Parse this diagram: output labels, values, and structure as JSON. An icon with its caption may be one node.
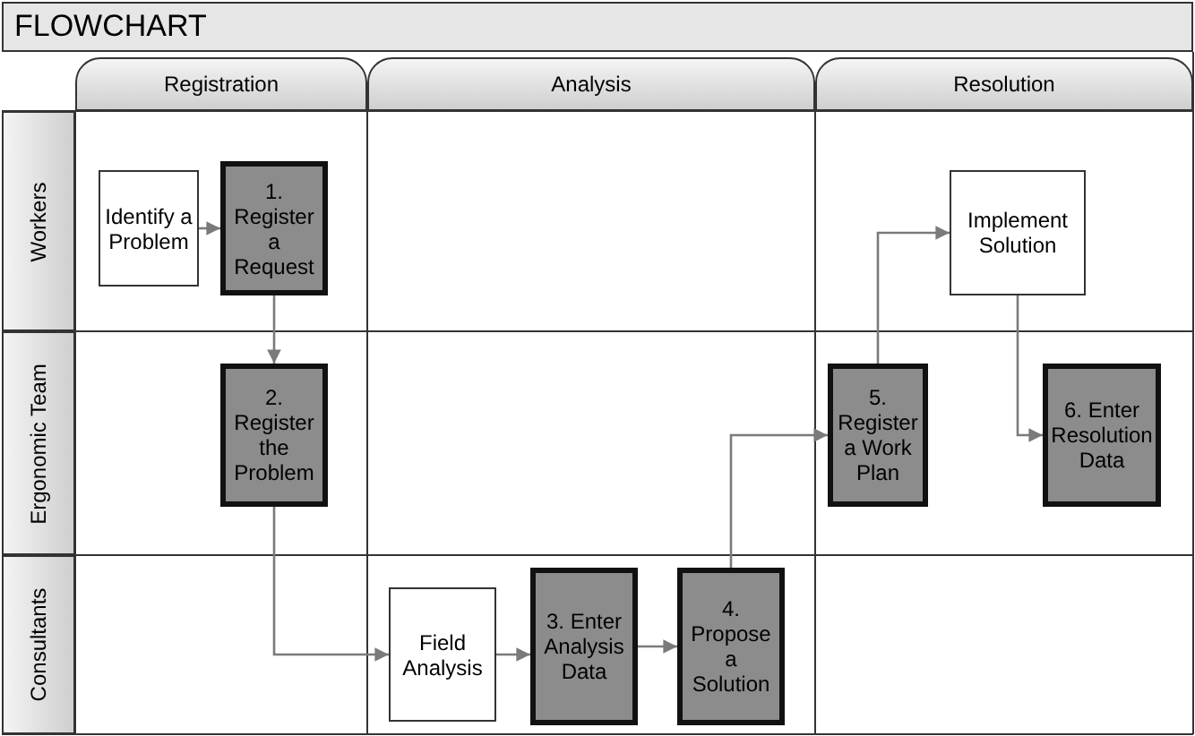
{
  "diagram": {
    "title": "FLOWCHART",
    "nodes": [
      {
        "text": [
          "Registration"
        ]
      },
      {
        "text": [
          "Analysis"
        ]
      },
      {
        "text": [
          "Resolution"
        ]
      },
      {
        "text": [
          "Workers"
        ]
      },
      {
        "text": [
          "Ergonomic Team"
        ]
      },
      {
        "text": [
          "Consultants"
        ]
      },
      {
        "text": [
          "Identify a Problem"
        ]
      },
      {
        "text": [
          "1. Register a Request"
        ]
      },
      {
        "text": [
          "2. Register the Problem"
        ]
      },
      {
        "text": [
          "Field Analysis"
        ]
      },
      {
        "text": [
          "3. Enter Analysis Data"
        ]
      },
      {
        "text": [
          "4. Propose a Solution"
        ]
      },
      {
        "text": [
          "5. Register a Work Plan"
        ]
      },
      {
        "text": [
          "Implement Solution"
        ]
      },
      {
        "text": [
          "6. Enter Resolution Data"
        ]
      }
    ],
    "edges": [
      {
        "from": 6,
        "to": 7,
        "arrow": "to"
      },
      {
        "from": 7,
        "to": 8,
        "arrow": "to"
      },
      {
        "from": 8,
        "to": 9,
        "arrow": "to"
      },
      {
        "from": 9,
        "to": 10,
        "arrow": "to"
      },
      {
        "from": 10,
        "to": 11,
        "arrow": "to"
      },
      {
        "from": 11,
        "to": 12,
        "arrow": "to"
      },
      {
        "from": 12,
        "to": 13,
        "arrow": "to"
      },
      {
        "from": 13,
        "to": 14,
        "arrow": "to"
      }
    ]
  }
}
